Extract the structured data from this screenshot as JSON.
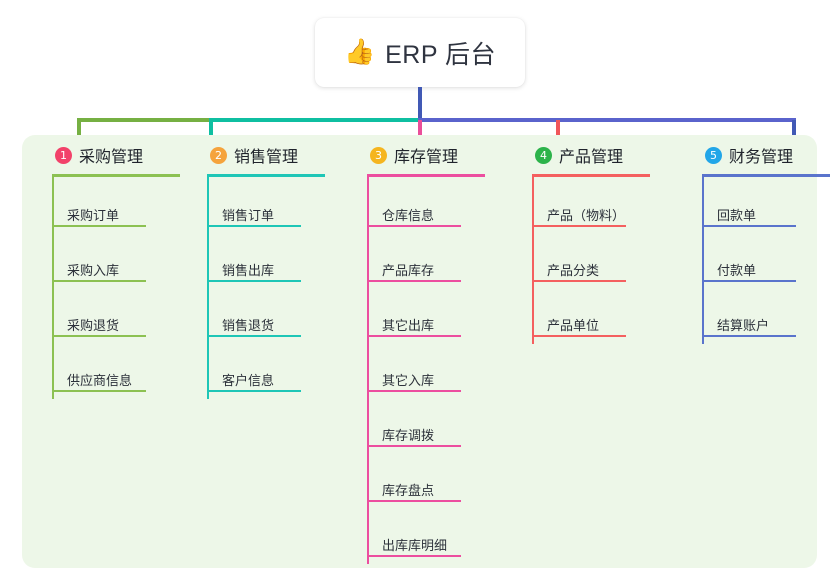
{
  "root": {
    "icon": "thumbs-up-icon",
    "emoji": "👍",
    "title": "ERP 后台"
  },
  "palette": {
    "panel_background": "#edf7e8",
    "page_background": "#ffffff",
    "trunk": "#4159b5",
    "bus_left": "#76b043",
    "bus_mid": "#0fbfa1",
    "bus_right": "#5a63cc"
  },
  "columns": [
    {
      "number": "1",
      "title": "采购管理",
      "badge_color": "#f2426a",
      "line_color": "#8cc152",
      "underline_width": 128,
      "items": [
        {
          "label": "采购订单"
        },
        {
          "label": "采购入库"
        },
        {
          "label": "采购退货"
        },
        {
          "label": "供应商信息"
        }
      ]
    },
    {
      "number": "2",
      "title": "销售管理",
      "badge_color": "#f5a33c",
      "line_color": "#1ec6b6",
      "underline_width": 118,
      "items": [
        {
          "label": "销售订单"
        },
        {
          "label": "销售出库"
        },
        {
          "label": "销售退货"
        },
        {
          "label": "客户信息"
        }
      ]
    },
    {
      "number": "3",
      "title": "库存管理",
      "badge_color": "#f5b51f",
      "line_color": "#ec4e9f",
      "underline_width": 118,
      "items": [
        {
          "label": "仓库信息"
        },
        {
          "label": "产品库存"
        },
        {
          "label": "其它出库"
        },
        {
          "label": "其它入库"
        },
        {
          "label": "库存调拨"
        },
        {
          "label": "库存盘点"
        },
        {
          "label": "出库库明细"
        }
      ]
    },
    {
      "number": "4",
      "title": "产品管理",
      "badge_color": "#2cb34a",
      "line_color": "#f4605f",
      "underline_width": 118,
      "items": [
        {
          "label": "产品（物料）"
        },
        {
          "label": "产品分类"
        },
        {
          "label": "产品单位"
        }
      ]
    },
    {
      "number": "5",
      "title": "财务管理",
      "badge_color": "#22a6e8",
      "line_color": "#5a74cc",
      "underline_width": 128,
      "items": [
        {
          "label": "回款单"
        },
        {
          "label": "付款单"
        },
        {
          "label": "结算账户"
        }
      ]
    }
  ]
}
